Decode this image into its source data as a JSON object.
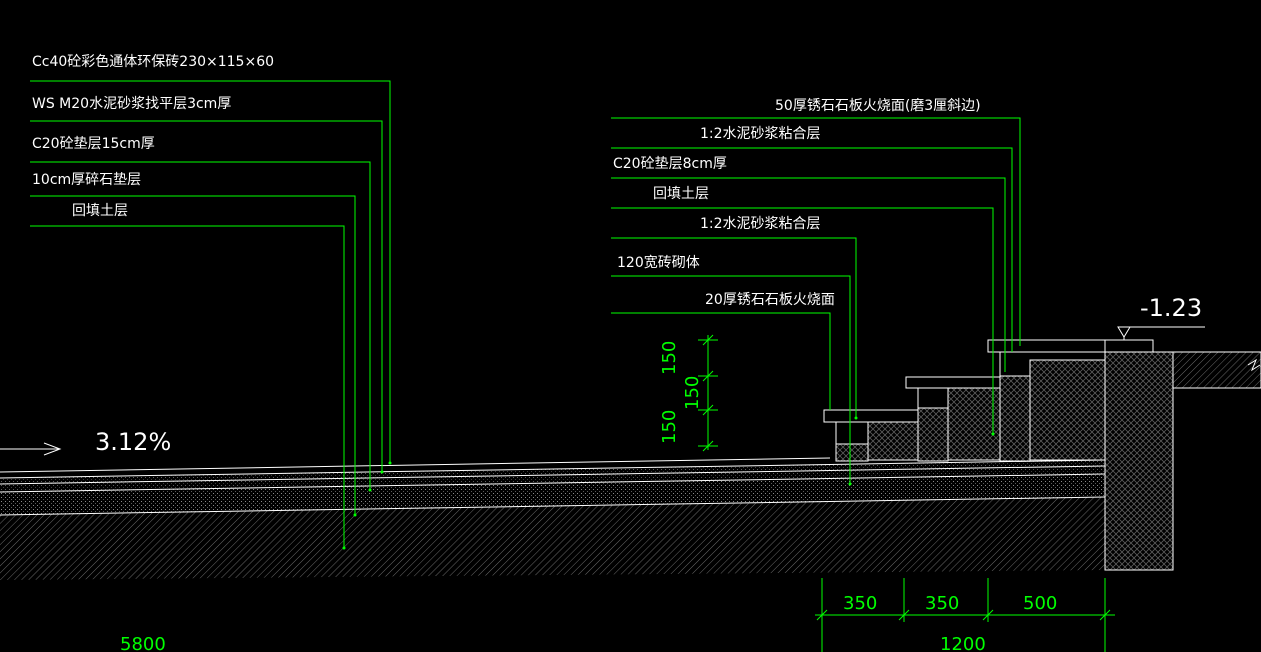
{
  "left_callouts": [
    "Cc40砼彩色通体环保砖230×115×60",
    "WS  M20水泥砂浆找平层3cm厚",
    "C20砼垫层15cm厚",
    "10cm厚碎石垫层",
    "回填土层"
  ],
  "right_callouts": [
    "50厚锈石石板火烧面(磨3厘斜边)",
    "1:2水泥砂浆粘合层",
    "C20砼垫层8cm厚",
    "回填土层",
    "1:2水泥砂浆粘合层",
    "120宽砖砌体",
    "20厚锈石石板火烧面"
  ],
  "slope_label": "3.12%",
  "elevation_label": "-1.23",
  "step_dims": [
    "150",
    "150",
    "150"
  ],
  "bottom_dims": [
    "350",
    "350",
    "500"
  ],
  "total_dim": "1200",
  "overall_dim": "5800",
  "colors": {
    "background": "#000000",
    "leader": "#00ff00",
    "linework": "#ffffff",
    "text": "#ffffff"
  }
}
